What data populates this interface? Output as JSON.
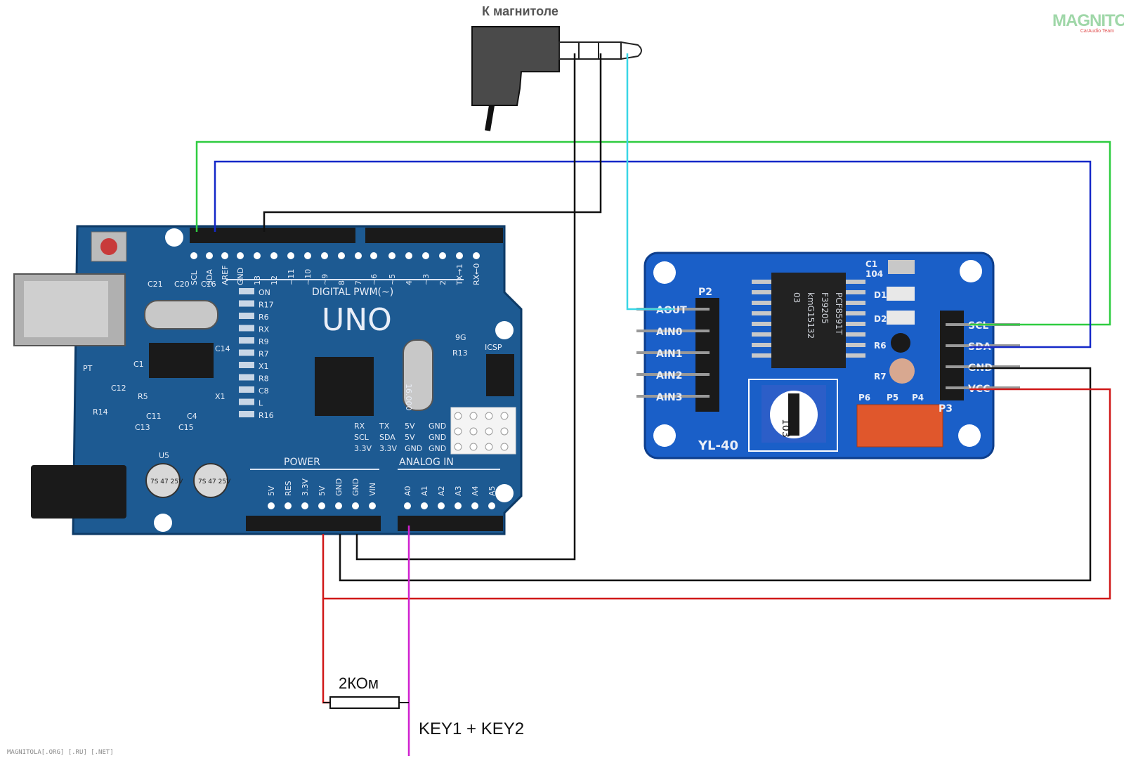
{
  "header_label": "К магнитоле",
  "resistor_label": "2КОм",
  "key_label": "KEY1 + KEY2",
  "footer": "MAGNITOLA[.ORG] [.RU] [.NET]",
  "logo": {
    "text": "MAGNITOLA",
    "sub": "CarAudio Team"
  },
  "uno": {
    "title": "UNO",
    "digital_label": "DIGITAL PWM(~)",
    "power_label": "POWER",
    "analog_label": "ANALOG IN",
    "icsp_label": "ICSP",
    "top_pins": [
      "SCL",
      "SDA",
      "AREF",
      "GND",
      "13",
      "12",
      "~11",
      "~10",
      "~9",
      "8",
      "7",
      "~6",
      "~5",
      "4",
      "~3",
      "2",
      "TX→1",
      "RX←0"
    ],
    "power_pins": [
      "5V",
      "RES",
      "3.3V",
      "5V",
      "GND",
      "GND",
      "VIN"
    ],
    "analog_pins": [
      "A0",
      "A1",
      "A2",
      "A3",
      "A4",
      "A5"
    ],
    "leds": [
      "ON",
      "R17",
      "R6",
      "RX",
      "R9",
      "R7",
      "X1",
      "R8",
      "C8",
      "L",
      "R16"
    ],
    "caps": [
      "C21",
      "C20",
      "C16",
      "C14",
      "C12",
      "C11",
      "C4",
      "C13",
      "C15",
      "C1"
    ],
    "misc": [
      "PT",
      "R14",
      "R5",
      "X1",
      "U5",
      "R13",
      "9G"
    ],
    "crystal": "16.000",
    "electrolytics": [
      "7S 47 25V",
      "7S 47 25V"
    ],
    "header_rows": [
      [
        "RX",
        "TX",
        "5V",
        "GND"
      ],
      [
        "SCL",
        "SDA",
        "5V",
        "GND"
      ],
      [
        "3.3V",
        "3.3V",
        "GND",
        "GND"
      ]
    ]
  },
  "yl40": {
    "name": "YL-40",
    "chip": [
      "PCF8591T",
      "F39205",
      "kmG15132",
      "03"
    ],
    "left_header": "P2",
    "right_header": "P3",
    "left_pins": [
      "AOUT",
      "AIN0",
      "AIN1",
      "AIN2",
      "AIN3"
    ],
    "right_pins": [
      "SCL",
      "SDA",
      "GND",
      "VCC"
    ],
    "parts": [
      "C1",
      "104",
      "D1",
      "D2",
      "R6",
      "R7",
      "P6",
      "P5",
      "P4"
    ],
    "pot_value": "103"
  },
  "wire_colors": {
    "green": "#2ecc40",
    "blue": "#1428c8",
    "black": "#111111",
    "cyan": "#38d6e6",
    "red": "#d01818",
    "magenta": "#d020d0"
  }
}
